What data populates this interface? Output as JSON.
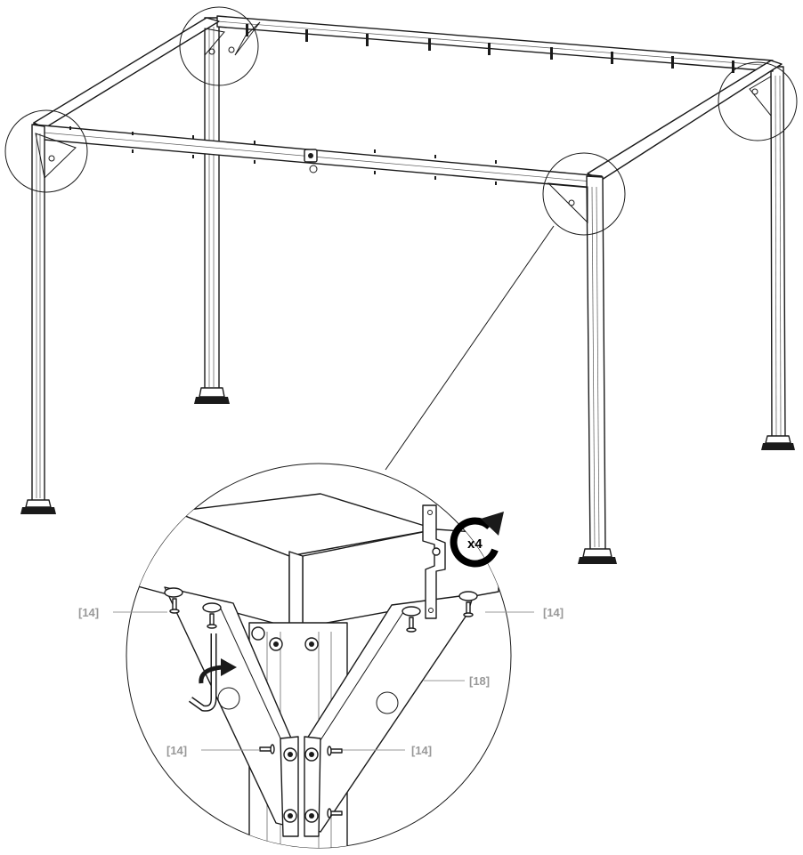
{
  "callouts": {
    "top_left": "[14]",
    "top_right": "[14]",
    "bracket": "[18]",
    "bottom_left": "[14]",
    "bottom_right": "[14]"
  },
  "repeat_count": "x4",
  "icons": {
    "rotate": "clockwise-rotate-arrow-icon",
    "hex_key": "allen-key-icon",
    "tighten": "tighten-direction-arrow-icon"
  },
  "colors": {
    "line": "#1a1a1a",
    "callout_text": "#999999",
    "background": "#ffffff"
  }
}
